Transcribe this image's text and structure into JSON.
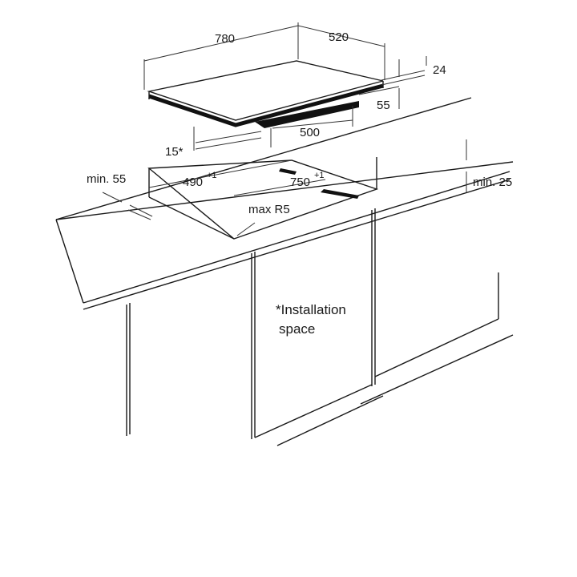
{
  "dimensions": {
    "hob_width": "780",
    "hob_depth": "520",
    "hob_height": "24",
    "hob_height_below": "55",
    "inset_width": "500",
    "front_clearance": "15*",
    "side_min": "min. 55",
    "cutout_depth": "490",
    "cutout_depth_tol": "+1",
    "cutout_width": "750",
    "cutout_width_tol": "+1",
    "back_min": "min. 25",
    "corner_radius": "max R5"
  },
  "note": {
    "line1": "*Installation",
    "line2": "space"
  }
}
